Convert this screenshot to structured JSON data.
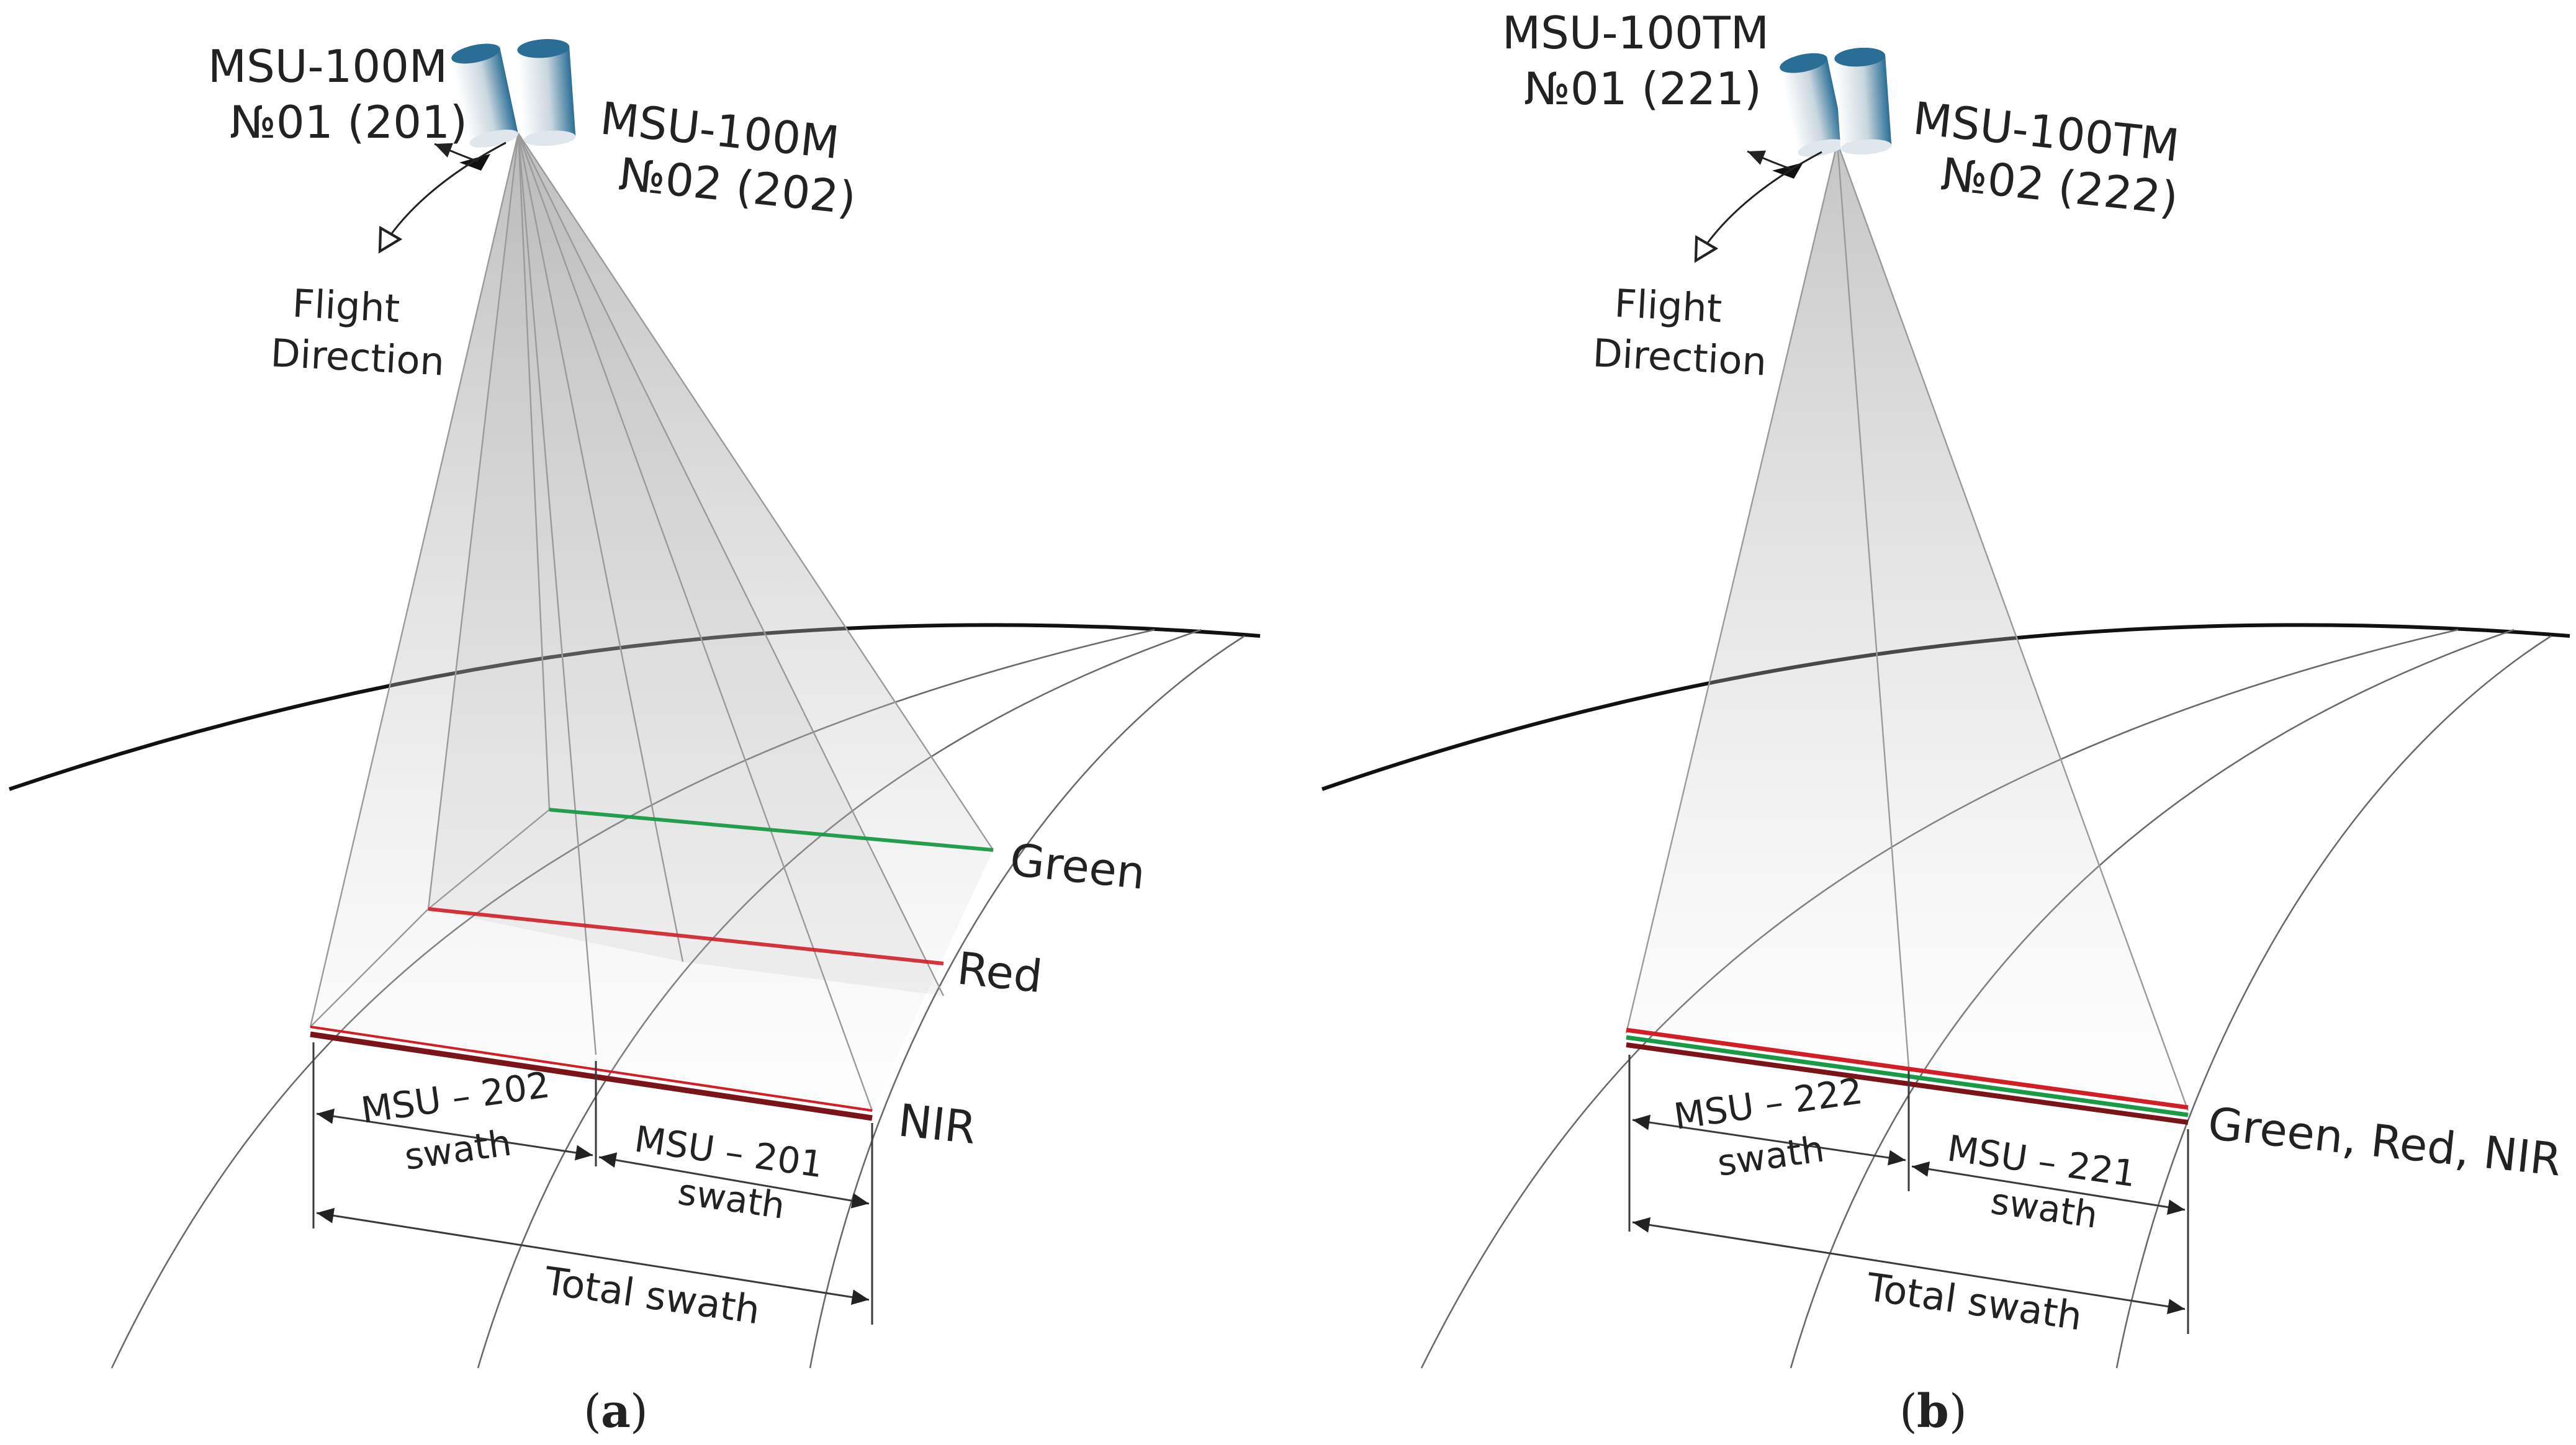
{
  "panel_a": {
    "instrument_1": {
      "line1": "MSU-100M",
      "line2": "№01 (201)"
    },
    "instrument_2": {
      "line1": "MSU-100M",
      "line2": "№02 (202)"
    },
    "flight_direction": {
      "line1": "Flight",
      "line2": "Direction"
    },
    "bands": {
      "green": "Green",
      "red": "Red",
      "nir": "NIR"
    },
    "swath_left": {
      "line1": "MSU – 202",
      "line2": "swath"
    },
    "swath_right": {
      "line1": "MSU – 201",
      "line2": "swath"
    },
    "total_swath": "Total swath",
    "caption_letter": "a"
  },
  "panel_b": {
    "instrument_1": {
      "line1": "MSU-100TM",
      "line2": "№01 (221)"
    },
    "instrument_2": {
      "line1": "MSU-100TM",
      "line2": "№02 (222)"
    },
    "flight_direction": {
      "line1": "Flight",
      "line2": "Direction"
    },
    "bands": {
      "combined": "Green, Red, NIR"
    },
    "swath_left": {
      "line1": "MSU – 222",
      "line2": "swath"
    },
    "swath_right": {
      "line1": "MSU – 221",
      "line2": "swath"
    },
    "total_swath": "Total swath",
    "caption_letter": "b"
  },
  "colors": {
    "green_band": "#1a9a45",
    "red_band": "#d21f26",
    "nir_band": "#7a1418",
    "camera_body": "#2a6e96",
    "earth_limb": "#111111"
  },
  "icons": [
    "camera-icon",
    "satellite-icon",
    "flight-direction-arrow-icon"
  ]
}
